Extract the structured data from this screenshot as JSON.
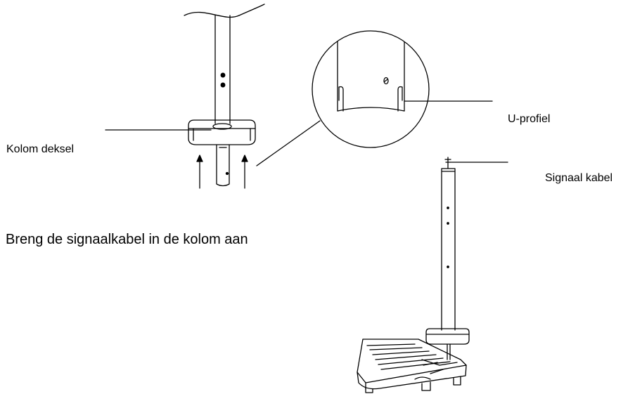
{
  "labels": {
    "kolom_deksel": "Kolom deksel",
    "u_profiel": "U-profiel",
    "signaal_kabel": "Signaal kabel",
    "instruction": "Breng de signaalkabel in de kolom aan"
  }
}
